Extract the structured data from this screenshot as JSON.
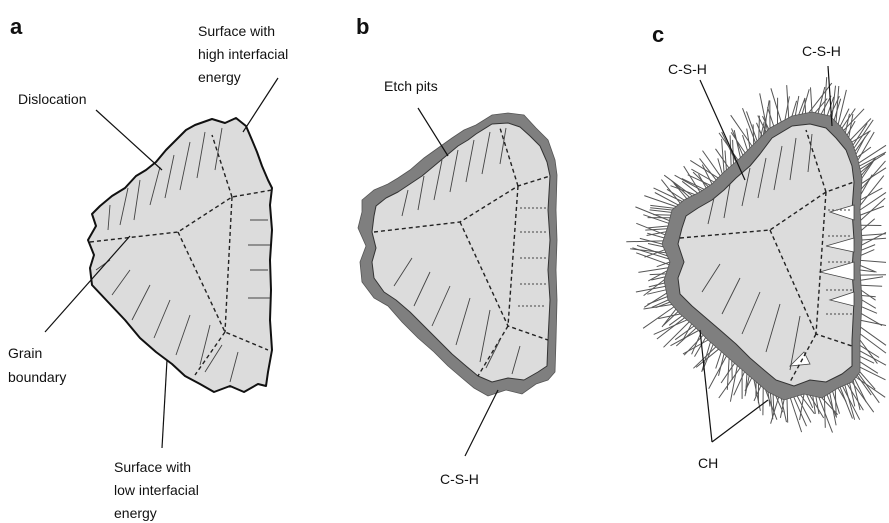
{
  "panels": {
    "a": {
      "letter": "a",
      "surface_high": [
        "Surface with",
        "high interfacial",
        "energy"
      ],
      "dislocation": "Dislocation",
      "grain_boundary": [
        "Grain",
        "boundary"
      ],
      "surface_low": [
        "Surface with",
        "low interfacial",
        "energy"
      ]
    },
    "b": {
      "letter": "b",
      "etch_pits": "Etch pits",
      "csh": "C-S-H"
    },
    "c": {
      "letter": "c",
      "csh_left": "C-S-H",
      "csh_right": "C-S-H",
      "ch": "CH"
    }
  },
  "colors": {
    "grain_fill": "#dcdcdc",
    "csh_layer": "#7f7f7f",
    "outline": "#111111"
  }
}
